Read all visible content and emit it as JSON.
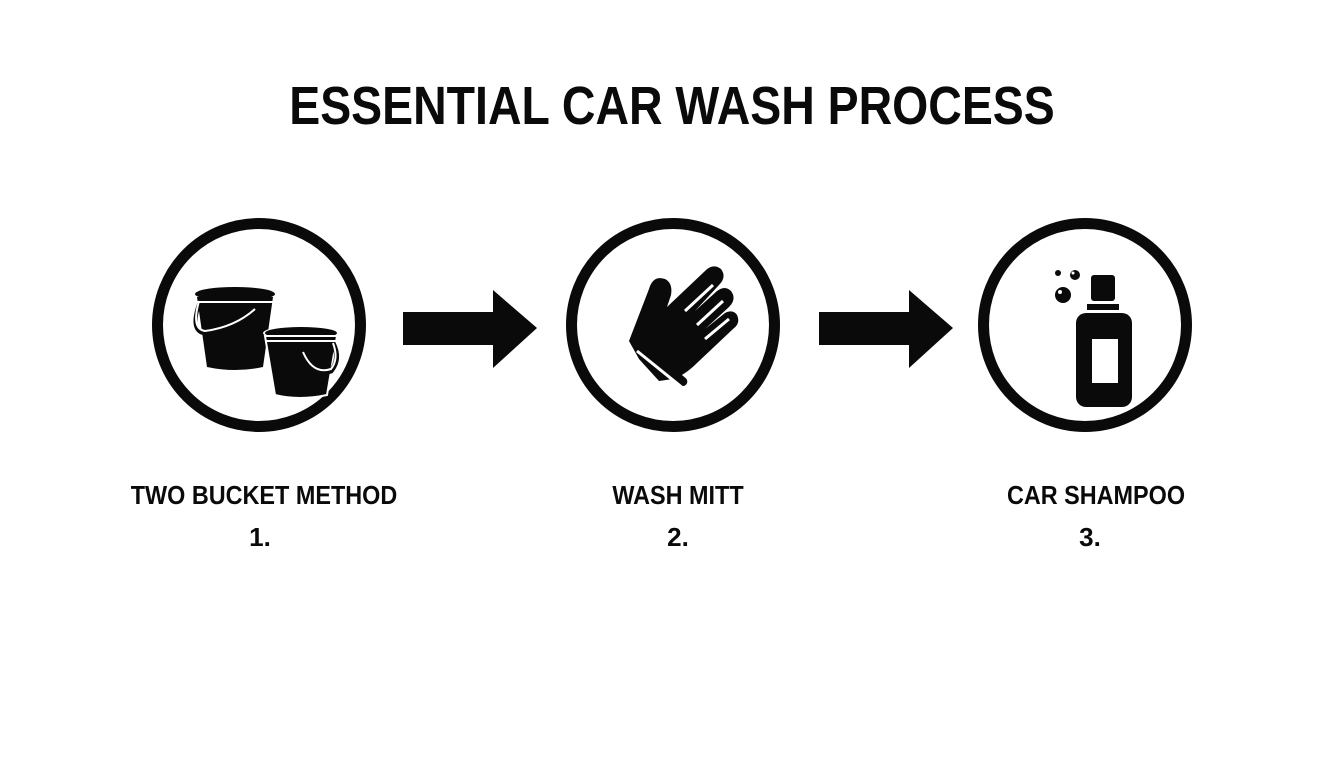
{
  "title": "ESSENTIAL CAR WASH PROCESS",
  "steps": [
    {
      "label": "TWO BUCKET METHOD",
      "number": "1.",
      "icon": "bucket-icon"
    },
    {
      "label": "WASH MITT",
      "number": "2.",
      "icon": "glove-icon"
    },
    {
      "label": "CAR SHAMPOO",
      "number": "3.",
      "icon": "shampoo-bottle-icon"
    }
  ],
  "arrows": [
    "arrow-right-icon",
    "arrow-right-icon"
  ],
  "colors": {
    "foreground": "#0a0a0a",
    "background": "#ffffff"
  }
}
